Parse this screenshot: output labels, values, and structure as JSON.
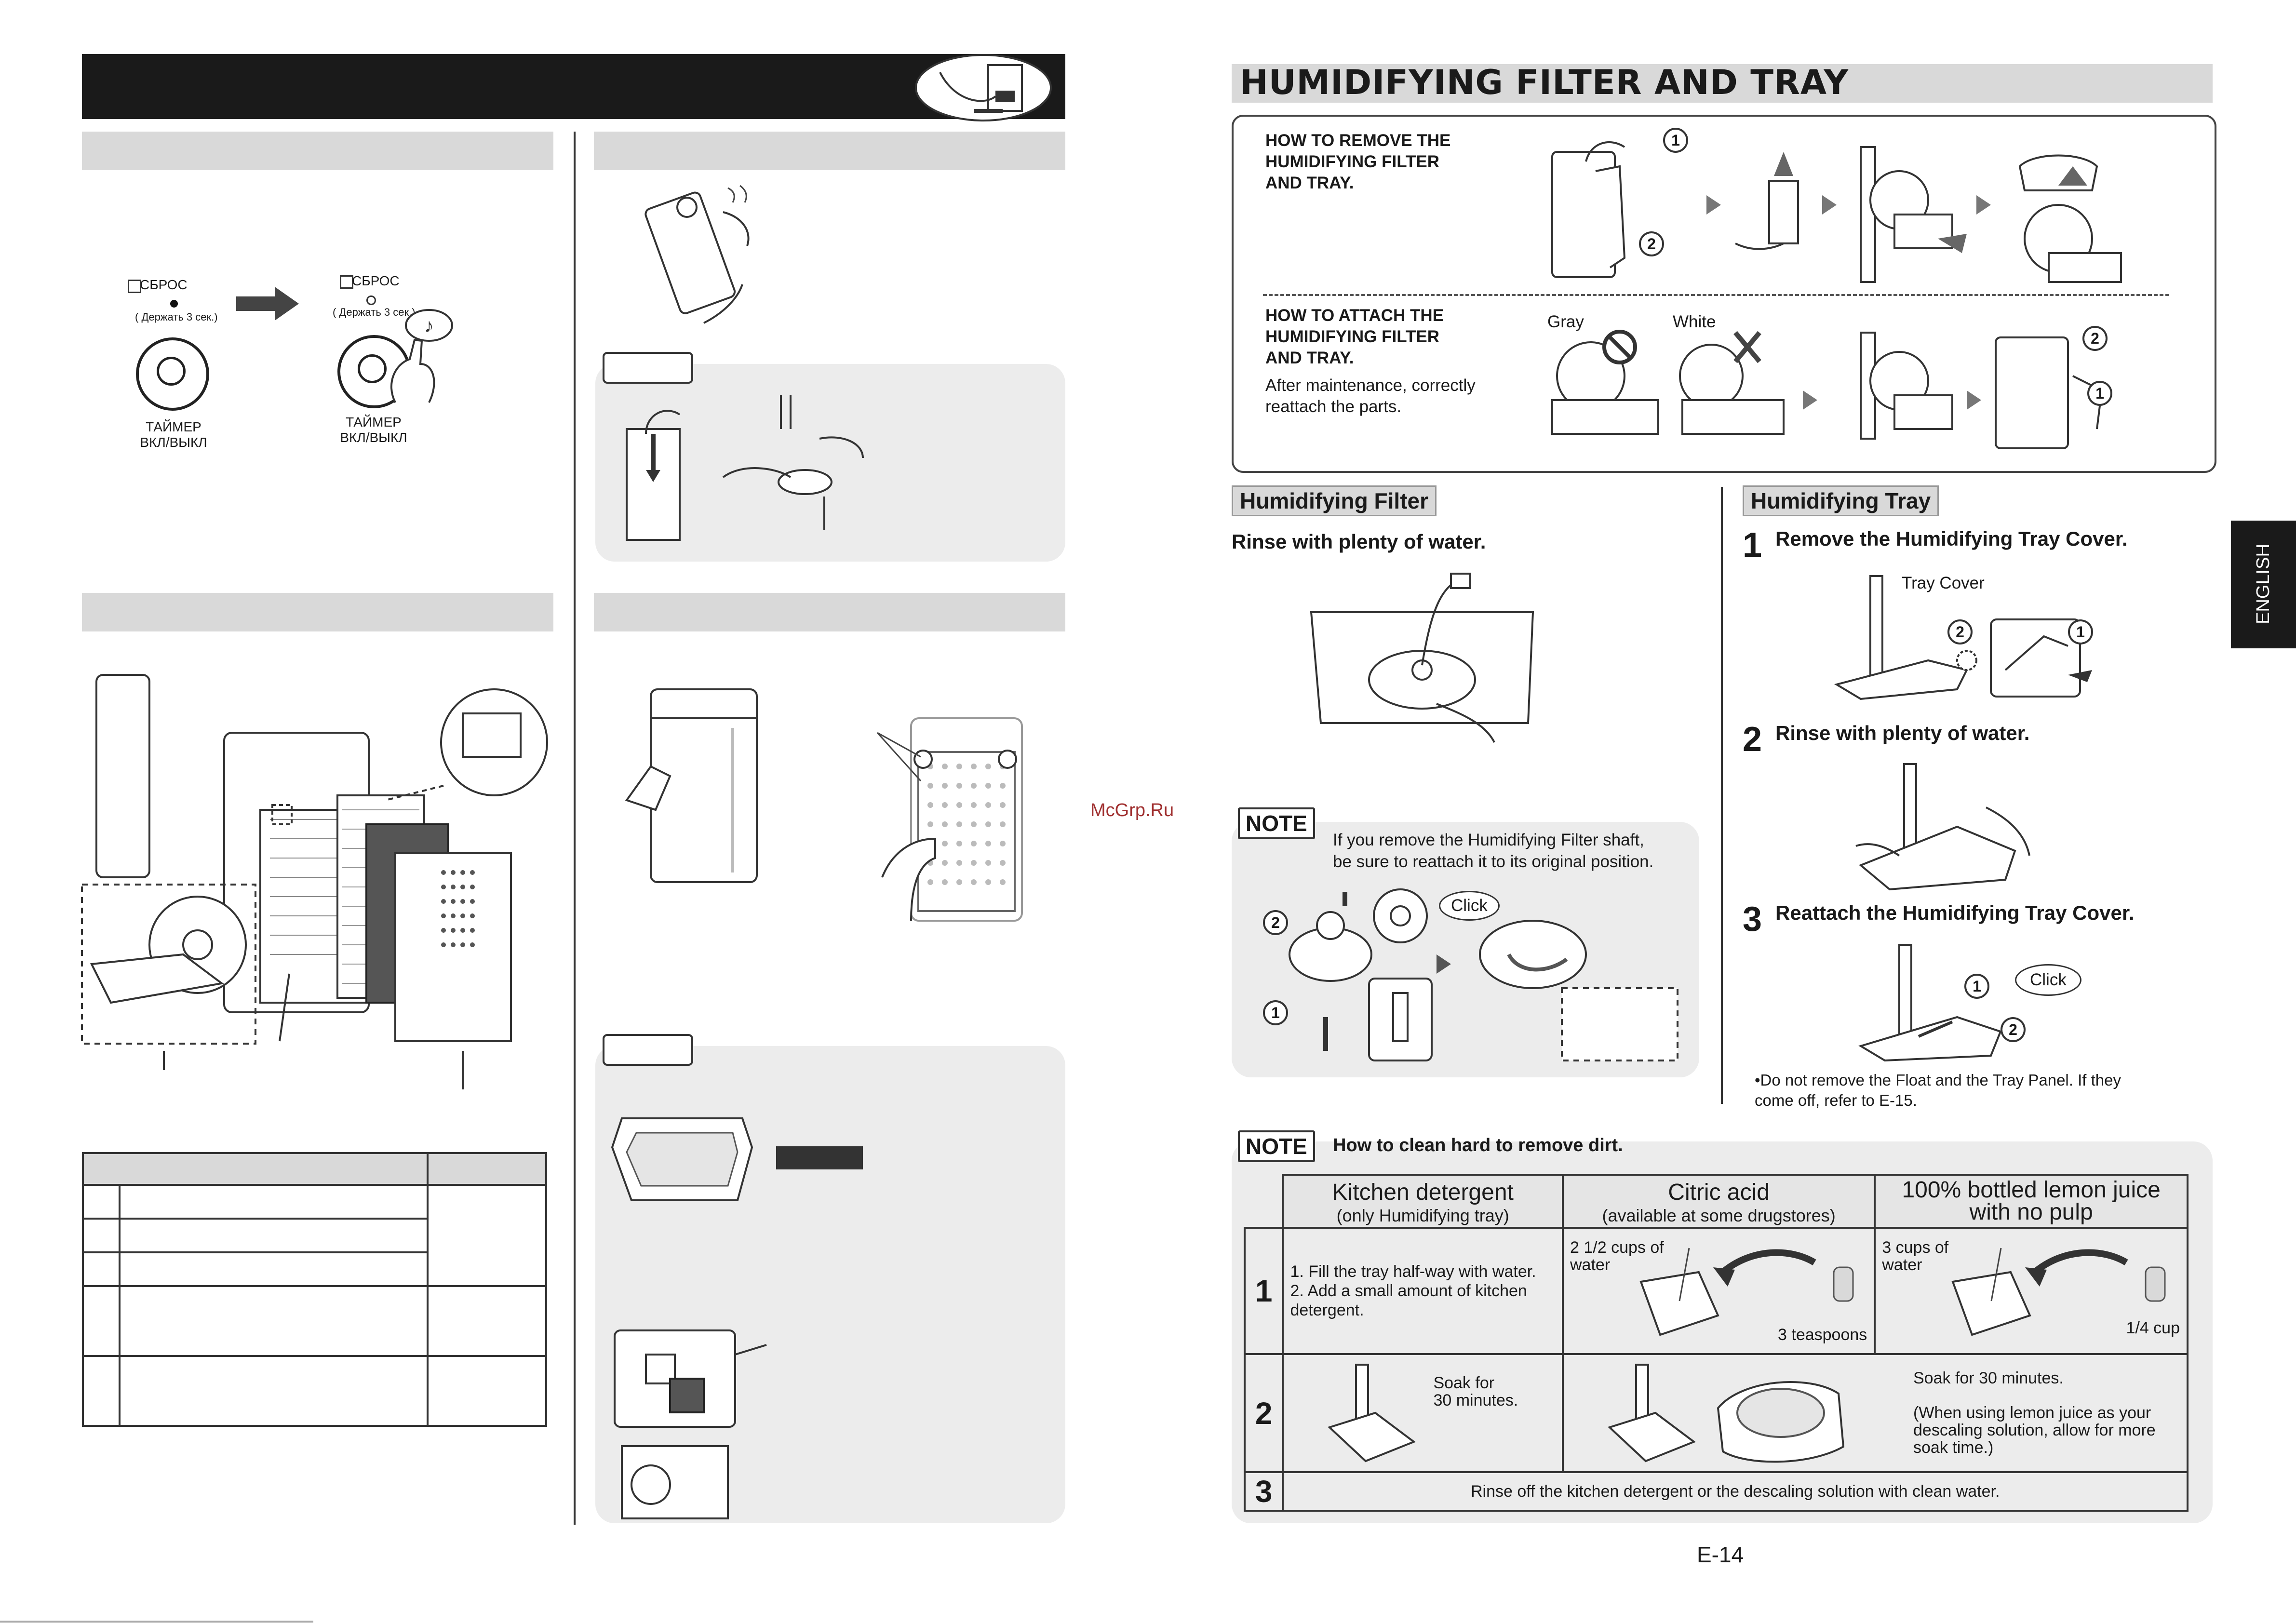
{
  "left_page": {
    "russian_panel": {
      "reset_label_1": "СБРОС",
      "hold_note_1": "( Держать 3 сек.)",
      "timer_label_1": "ТАЙМЕР\nВКЛ/ВЫКЛ",
      "reset_label_2": "СБРОС",
      "hold_note_2": "( Держать 3 сек.)",
      "timer_label_2": "ТАЙМЕР\nВКЛ/ВЫКЛ"
    }
  },
  "watermark": "McGrp.Ru",
  "right_page": {
    "title": "HUMIDIFYING FILTER AND TRAY",
    "remove_heading": "HOW TO REMOVE THE\nHUMIDIFYING FILTER\nAND TRAY.",
    "attach_heading": "HOW TO ATTACH THE\nHUMIDIFYING FILTER\nAND TRAY.",
    "attach_note": "After maintenance, correctly\nreattach the parts.",
    "gray_label": "Gray",
    "white_label": "White",
    "step_badges": [
      "1",
      "2"
    ],
    "filter_section": {
      "label": "Humidifying Filter",
      "instruction": "Rinse with plenty of water.",
      "note_tag": "NOTE",
      "note_text": "If you remove the Humidifying Filter shaft,\nbe sure to reattach it to its original position.",
      "click_label": "Click"
    },
    "tray_section": {
      "label": "Humidifying Tray",
      "steps": [
        {
          "num": "1",
          "text": "Remove the Humidifying Tray Cover."
        },
        {
          "num": "2",
          "text": "Rinse with plenty of water."
        },
        {
          "num": "3",
          "text": "Reattach the Humidifying Tray Cover."
        }
      ],
      "tray_cover_label": "Tray Cover",
      "click_label": "Click",
      "bullet_note": "•Do not remove the Float and the Tray Panel. If they\n  come off, refer to E-15."
    },
    "hard_dirt": {
      "note_tag": "NOTE",
      "heading": "How to clean hard to remove dirt.",
      "columns": [
        {
          "title": "Kitchen detergent",
          "subtitle": "(only Humidifying tray)"
        },
        {
          "title": "Citric acid",
          "subtitle": "(available at some drugstores)"
        },
        {
          "title": "100% bottled lemon juice\nwith no pulp",
          "subtitle": ""
        }
      ],
      "rows": [
        {
          "num": "1",
          "detergent": "1. Fill the tray half-way with water.\n2. Add a small amount of kitchen\n    detergent.",
          "citric_water": "2 1/2 cups of\nwater",
          "citric_amount": "3 teaspoons",
          "lemon_water": "3 cups of\nwater",
          "lemon_amount": "1/4 cup"
        },
        {
          "num": "2",
          "detergent": "Soak for\n30 minutes.",
          "citric_lemon": "Soak for 30 minutes.\n\n(When using lemon juice as your\ndescaling solution, allow for more\nsoak time.)"
        },
        {
          "num": "3",
          "combined": "Rinse off the kitchen detergent or the descaling solution with clean water."
        }
      ]
    },
    "side_tab": "ENGLISH",
    "page_number": "E-14"
  }
}
